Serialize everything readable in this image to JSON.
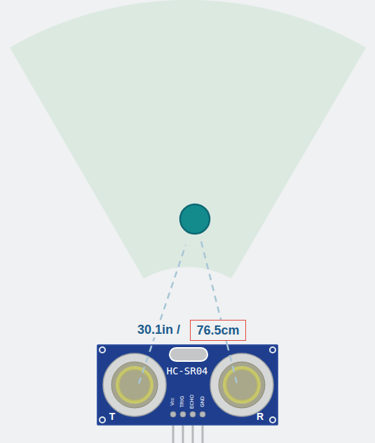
{
  "diagram": {
    "nodes": [
      {
        "text": [
          "76.5cm"
        ]
      },
      {
        "text": [
          "HC-SR04"
        ]
      }
    ],
    "labels": [
      "30.1in /",
      "Vcc",
      "TRIG",
      "ECHO",
      "GND",
      "T",
      "R"
    ]
  }
}
